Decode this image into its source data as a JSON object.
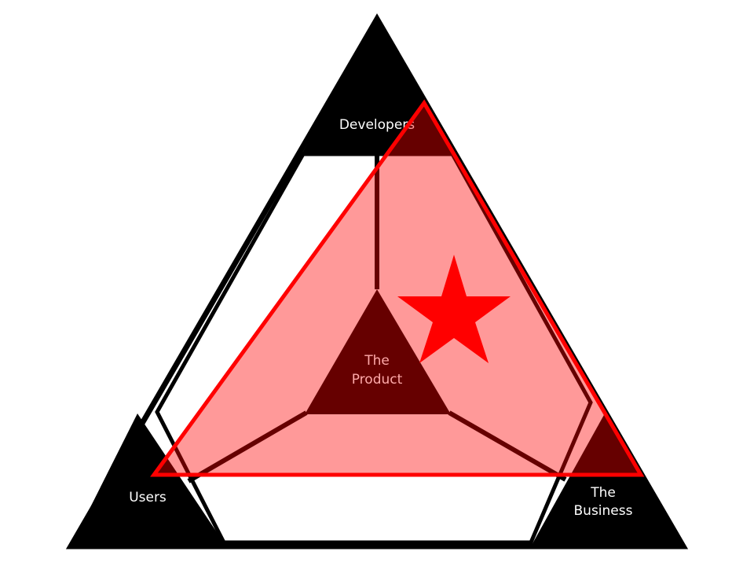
{
  "diagram": {
    "nodes": {
      "top": {
        "label": "Developers"
      },
      "bottom_left": {
        "label": "Users"
      },
      "bottom_right": {
        "label_line1": "The",
        "label_line2": "Business"
      },
      "center": {
        "label_line1": "The",
        "label_line2": "Product"
      }
    },
    "overlay": {
      "shape": "triangle",
      "marker_icon": "star-icon"
    },
    "colors": {
      "corner_fill": "#000000",
      "label_text": "#ffffff",
      "overlay_fill": "#ff0000",
      "overlay_stroke": "#ff0000",
      "center_label_text": "#ffaaaa"
    }
  }
}
